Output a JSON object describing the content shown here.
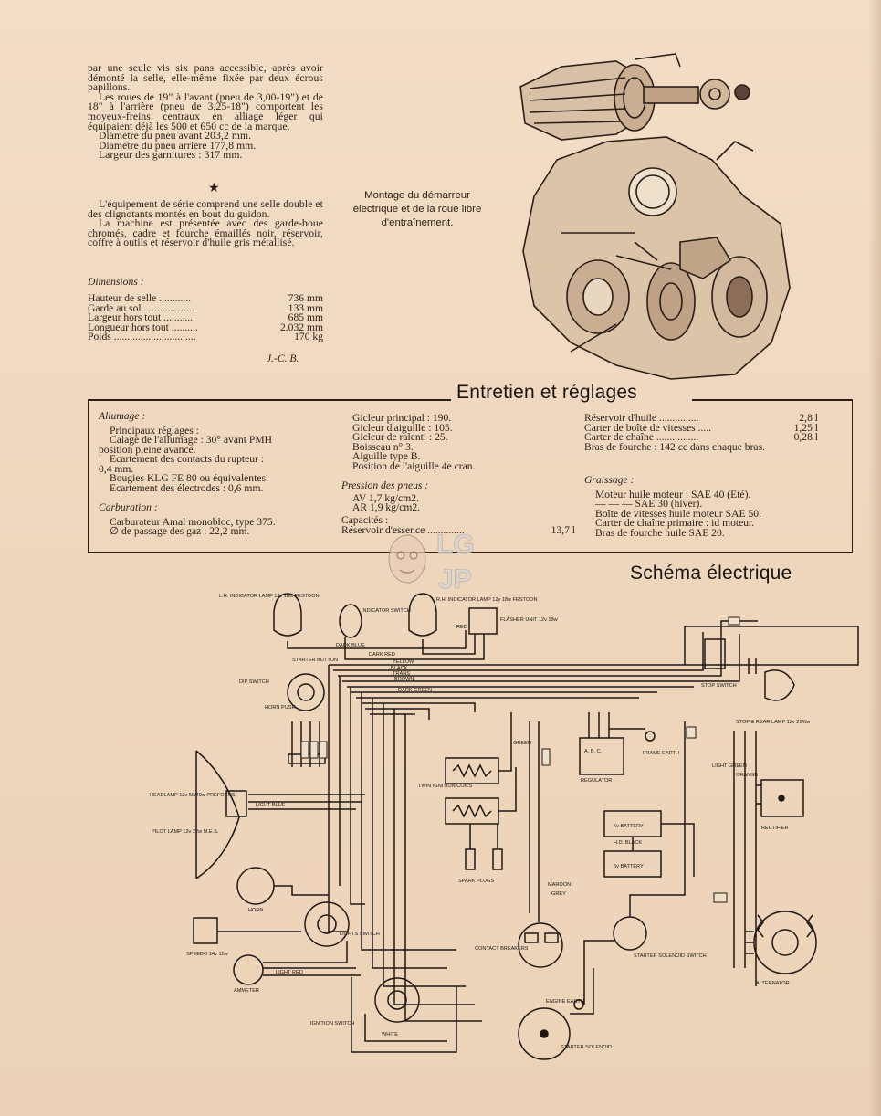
{
  "intro": {
    "p1": "par une seule vis six pans accessible, après avoir démonté la selle, elle-même fixée par deux écrous papillons.",
    "p2": "Les roues de 19\" à l'avant (pneu de 3,00-19\") et de 18\" à l'arrière (pneu de 3,25-18\") comportent les moyeux-freins centraux en alliage léger qui équipaient déjà les 500 et 650 cc de la marque.",
    "p3": "Diamètre du pneu avant 203,2 mm.",
    "p4": "Diamètre du pneu arrière 177,8 mm.",
    "p5": "Largeur des garnitures : 317 mm."
  },
  "star": "★",
  "equipment": {
    "p1": "L'équipement de série comprend une selle double et des clignotants montés en bout du guidon.",
    "p2": "La machine est présentée avec des garde-boue chromés, cadre et fourche émaillés noir, réservoir, coffre à outils et réservoir d'huile gris métallisé."
  },
  "dimensions": {
    "heading": "Dimensions :",
    "rows": [
      {
        "label": "Hauteur de selle ............",
        "value": "736 mm"
      },
      {
        "label": "Garde au sol ...................",
        "value": "133 mm"
      },
      {
        "label": "Largeur hors tout ...........",
        "value": "685 mm"
      },
      {
        "label": "Longueur hors tout ..........",
        "value": "2.032 mm"
      },
      {
        "label": "Poids ...............................",
        "value": "170 kg"
      }
    ],
    "signature": "J.-C. B."
  },
  "caption": "Montage du démarreur électrique et de la roue libre d'entraînement.",
  "entretien_title": "Entretien et réglages",
  "schema_title": "Schéma électrique",
  "box": {
    "allumage": {
      "heading": "Allumage :",
      "l1": "Principaux réglages :",
      "l2": "Calage de l'allumage : 30° avant PMH",
      "l3": "position pleine avance.",
      "l4": "Ecartement des contacts du rupteur :",
      "l5": "0,4 mm.",
      "l6": "Bougies KLG FE 80 ou équivalentes.",
      "l7": "Ecartement des électrodes : 0,6 mm."
    },
    "carburation": {
      "heading": "Carburation :",
      "l1": "Carburateur Amal monobloc, type 375.",
      "l2": "∅ de passage des gaz : 22,2 mm."
    },
    "gicleurs": {
      "l1": "Gicleur principal : 190.",
      "l2": "Gicleur d'aiguille : 105.",
      "l3": "Gicleur de ralenti : 25.",
      "l4": "Boisseau n° 3.",
      "l5": "Aiguille type B.",
      "l6": "Position de l'aiguille 4e cran."
    },
    "pression": {
      "heading": "Pression des pneus :",
      "l1": "AV 1,7 kg/cm2.",
      "l2": "AR 1,9 kg/cm2."
    },
    "capacites": {
      "heading": "Capacités :",
      "label": "Réservoir d'essence ..............",
      "value": "13,7 l"
    },
    "reservoirs": [
      {
        "label": "Réservoir d'huile ...............",
        "value": "2,8 l"
      },
      {
        "label": "Carter de boîte de vitesses .....",
        "value": "1,25 l"
      },
      {
        "label": "Carter de chaîne ................",
        "value": "0,28 l"
      }
    ],
    "bras": "Bras de fourche : 142 cc dans chaque bras.",
    "graissage": {
      "heading": "Graissage :",
      "l1": "Moteur huile moteur : SAE 40 (Eté).",
      "l2": "— — — SAE 30 (hiver).",
      "l3": "Boîte de vitesses huile moteur SAE 50.",
      "l4": "Carter de chaîne primaire : id moteur.",
      "l5": "Bras de fourche huile SAE 20."
    }
  },
  "watermark": {
    "l1": "LG",
    "l2": "JP"
  },
  "wiring": {
    "lh_lamp": "L.H. INDICATOR LAMP 12v 18w FESTOON",
    "ind_switch": "INDICATOR SWITCH",
    "rh_lamp": "R.H. INDICATOR LAMP 12v 18w FESTOON",
    "flasher": "FLASHER UNIT 12v 18w",
    "starter_button": "STARTER BUTTON",
    "dip_switch": "DIP SWITCH",
    "horn_push": "HORN PUSH",
    "headlamp": "HEADLAMP 12v 50/40w PREFOCUS",
    "pilot_lamp": "PILOT LAMP 12v 22w M.E.S.",
    "horn": "HORN",
    "speedo": "SPEEDO 14v 15w",
    "ammeter": "AMMETER",
    "lights_switch": "LIGHTS SWITCH",
    "ignition_switch": "IGNITION SWITCH",
    "twin_coils": "TWIN IGNITION COILS",
    "spark_plugs": "SPARK PLUGS",
    "contact_breakers": "CONTACT BREAKERS",
    "regulator": "REGULATOR",
    "regulator_abc": "A. B. C.",
    "frame_earth": "FRAME EARTH",
    "battery1": "6v BATTERY",
    "battery2": "6v BATTERY",
    "hd_black": "H.D. BLACK",
    "starter_solenoid_switch": "STARTER SOLENOID SWITCH",
    "engine_earth": "ENGINE EARTH",
    "starter_solenoid": "STARTER SOLENOID",
    "stop_switch": "STOP SWITCH",
    "stop_rear": "STOP & REAR LAMP 12v 21/6w",
    "rectifier": "RECTIFIER",
    "alternator": "ALTERNATOR",
    "wires": {
      "dark_blue": "DARK BLUE",
      "dark_red": "DARK RED",
      "yellow": "YELLOW",
      "black": "BLACK",
      "trans": "TRANS",
      "brown": "BROWN",
      "dark_green": "DARK GREEN",
      "light_blue": "LIGHT BLUE",
      "light_red": "LIGHT RED",
      "white": "WHITE",
      "green": "GREEN",
      "maroon": "MAROON",
      "grey": "GREY",
      "red": "RED",
      "light_green": "LIGHT GREEN",
      "orange": "ORANGE"
    }
  }
}
